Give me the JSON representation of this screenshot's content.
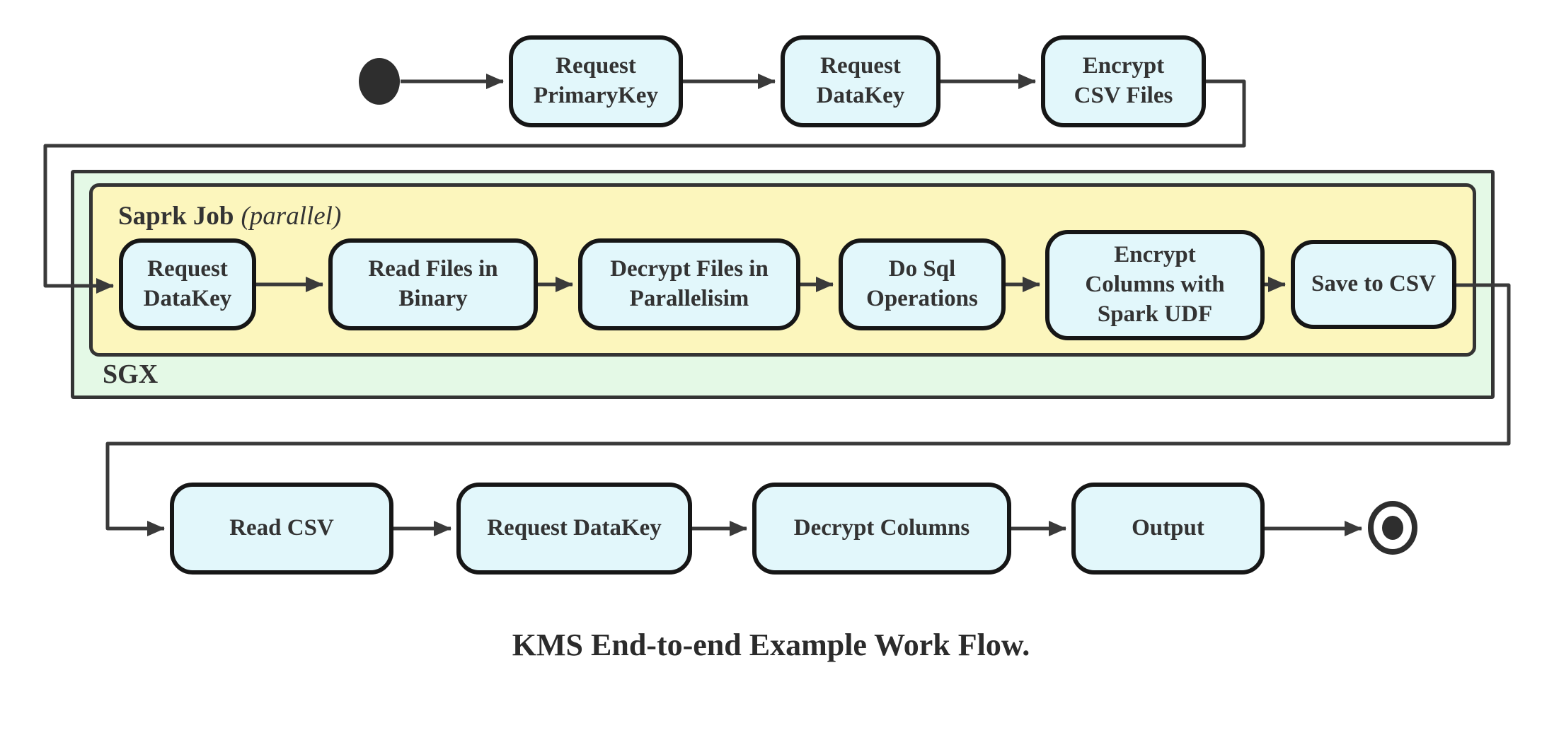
{
  "diagram": {
    "nodes": {
      "request_primarykey": "Request\nPrimaryKey",
      "request_datakey_top": "Request\nDataKey",
      "encrypt_csv_files": "Encrypt\nCSV Files",
      "request_datakey_sgx": "Request\nDataKey",
      "read_files_in_binary": "Read Files in\nBinary",
      "decrypt_files_in_parallelisim": "Decrypt Files in\nParallelisim",
      "do_sql_operations": "Do Sql\nOperations",
      "encrypt_columns_with_spark_udf": "Encrypt\nColumns with\nSpark UDF",
      "save_to_csv": "Save to CSV",
      "read_csv": "Read CSV",
      "request_datakey_client": "Request DataKey",
      "decrypt_columns": "Decrypt Columns",
      "output": "Output"
    },
    "containers": {
      "spark_job_label": "Saprk Job",
      "spark_job_qualifier": "(parallel)",
      "sgx_label": "SGX"
    },
    "caption": "KMS End-to-end Example Work Flow.",
    "colors": {
      "node_fill": "#e2f7fb",
      "node_border": "#161616",
      "spark_container_fill": "#fcf6bd",
      "sgx_container_fill": "#e4f9e6",
      "container_border": "#343434",
      "edge": "#3a3a3a",
      "text": "#333333",
      "background": "#ffffff"
    }
  }
}
